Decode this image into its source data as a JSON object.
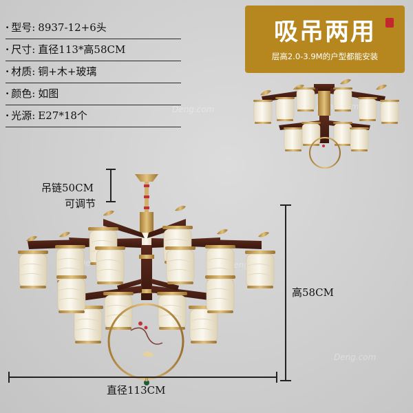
{
  "specs": [
    {
      "bullet": "·",
      "key": "型号:",
      "value": "8937-12+6头"
    },
    {
      "bullet": "·",
      "key": "尺寸:",
      "value": "直径113*高58CM"
    },
    {
      "bullet": "·",
      "key": "材质:",
      "value": "铜+木+玻璃"
    },
    {
      "bullet": "·",
      "key": "颜色:",
      "value": "如图"
    },
    {
      "bullet": "·",
      "key": "光源:",
      "value": "E27*18个"
    }
  ],
  "badge": {
    "title": "吸吊两用",
    "subtitle": "层高2.0-3.9M的户型都能安装",
    "color": "#b5871e"
  },
  "labels": {
    "chain_line1": "吊链50CM",
    "chain_line2": "可调节",
    "height": "高58CM",
    "diameter": "直径113CM"
  },
  "watermark": "Deng.com",
  "colors": {
    "brass": "#c9a25a",
    "wood": "#4a1f14",
    "glass": "#f4efe2"
  }
}
